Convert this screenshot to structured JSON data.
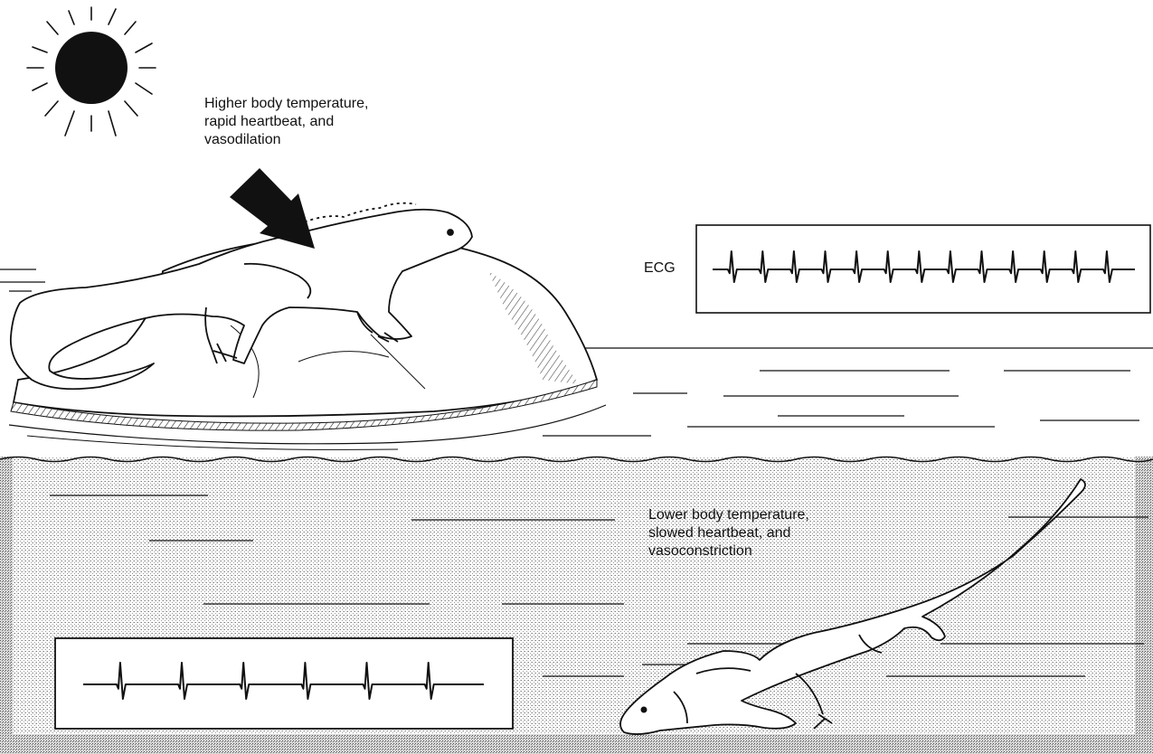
{
  "upper_caption": [
    "Higher body temperature,",
    "rapid heartbeat, and",
    "vasodilation"
  ],
  "lower_caption": [
    "Lower body temperature,",
    "slowed heartbeat, and",
    "vasoconstriction"
  ],
  "ecg_label": "ECG",
  "upper_ecg_beats": 13,
  "lower_ecg_beats": 6,
  "colors": {
    "ink": "#111111",
    "paper": "#ffffff",
    "underwater_stipple": "#bdbdbd"
  }
}
